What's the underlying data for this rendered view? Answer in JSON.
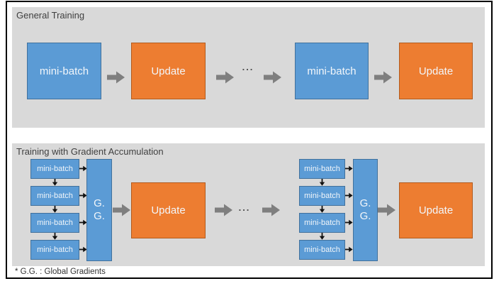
{
  "labels": {
    "mini_batch": "mini-batch",
    "update": "Update",
    "gg_line1": "G.",
    "gg_line2": "G.",
    "ellipsis": "..."
  },
  "panels": {
    "general": {
      "title": "General Training",
      "sequence": [
        "mini-batch",
        "Update",
        "...",
        "mini-batch",
        "Update"
      ]
    },
    "accumulation": {
      "title": "Training with Gradient Accumulation",
      "groups": [
        {
          "mini_batches": [
            "mini-batch",
            "mini-batch",
            "mini-batch",
            "mini-batch"
          ],
          "accumulator": "G. G."
        },
        {
          "mini_batches": [
            "mini-batch",
            "mini-batch",
            "mini-batch",
            "mini-batch"
          ],
          "accumulator": "G. G."
        }
      ],
      "sequence": [
        "mini-batch x4 -> G. G.",
        "Update",
        "...",
        "mini-batch x4 -> G. G.",
        "Update"
      ]
    }
  },
  "footnote": "* G.G. : Global Gradients",
  "colors": {
    "panel_bg": "#D9D9D9",
    "blue_fill": "#5B9BD5",
    "blue_border": "#41719C",
    "orange_fill": "#ED7D31",
    "orange_border": "#B25B1E",
    "arrow_gray": "#7F7F7F",
    "connector_black": "#111111",
    "title_text": "#3F3F3F",
    "box_text": "#F2F6FA",
    "ellipsis_text": "#4A4A4A",
    "frame_border": "#000000"
  }
}
